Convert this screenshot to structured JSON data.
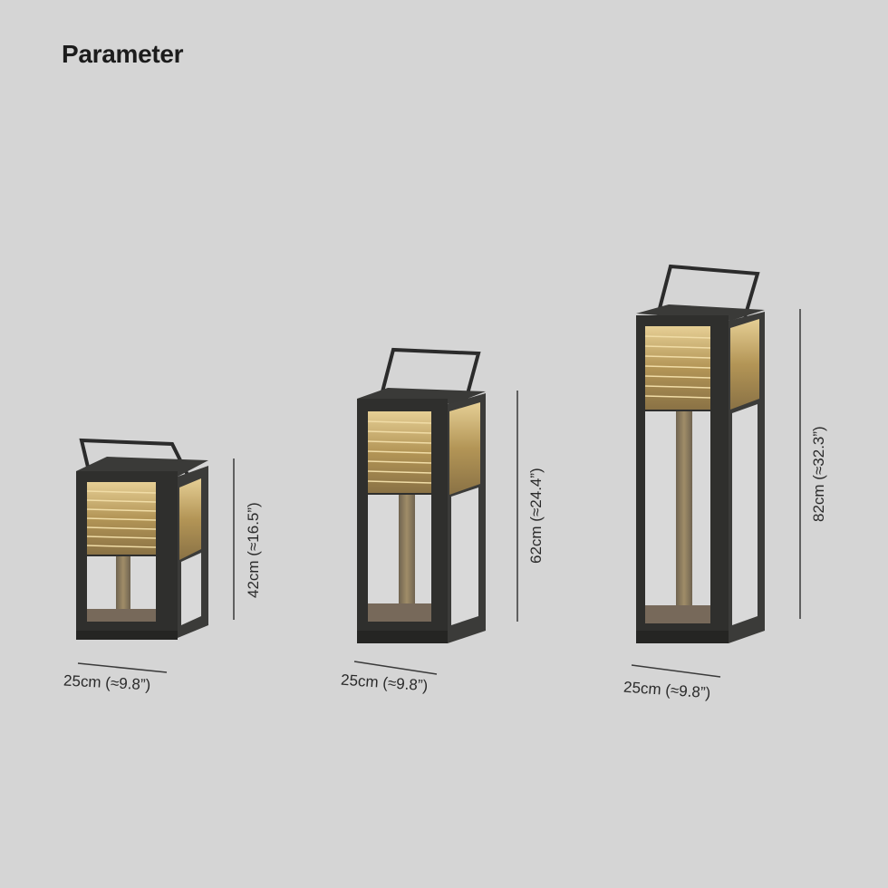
{
  "title": "Parameter",
  "colors": {
    "background": "#d5d5d5",
    "frame": "#2e2e2c",
    "louver": "#b89b5e",
    "louver_light": "#e2c98c",
    "post": "#8a7a5c",
    "line": "#3a3a3a"
  },
  "products": [
    {
      "size": "small",
      "width_label": "25cm (≈9.8”)",
      "height_label": "42cm (≈16.5”)"
    },
    {
      "size": "medium",
      "width_label": "25cm (≈9.8”)",
      "height_label": "62cm (≈24.4”)"
    },
    {
      "size": "large",
      "width_label": "25cm (≈9.8”)",
      "height_label": "82cm (≈32.3”)"
    }
  ]
}
